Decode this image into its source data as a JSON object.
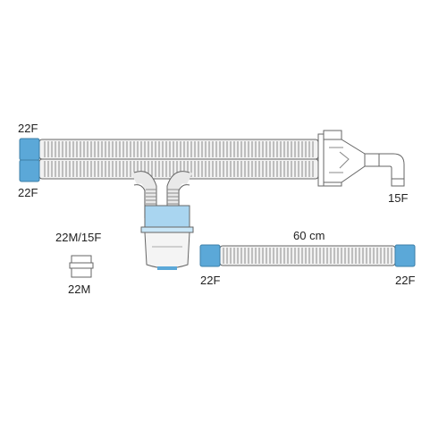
{
  "labels": {
    "circuit_left_top": "22F",
    "circuit_left_bottom": "22F",
    "wye_patient_port": "15F",
    "adapter_top": "22M/15F",
    "adapter_bottom": "22M",
    "extension_length": "60 cm",
    "extension_left": "22F",
    "extension_right": "22F"
  },
  "colors": {
    "cuff_blue": "#5ba8d8",
    "trap_blue": "#a9d5f0",
    "tube_fill": "#f2f2f2",
    "outline": "#666666",
    "text": "#222222"
  }
}
